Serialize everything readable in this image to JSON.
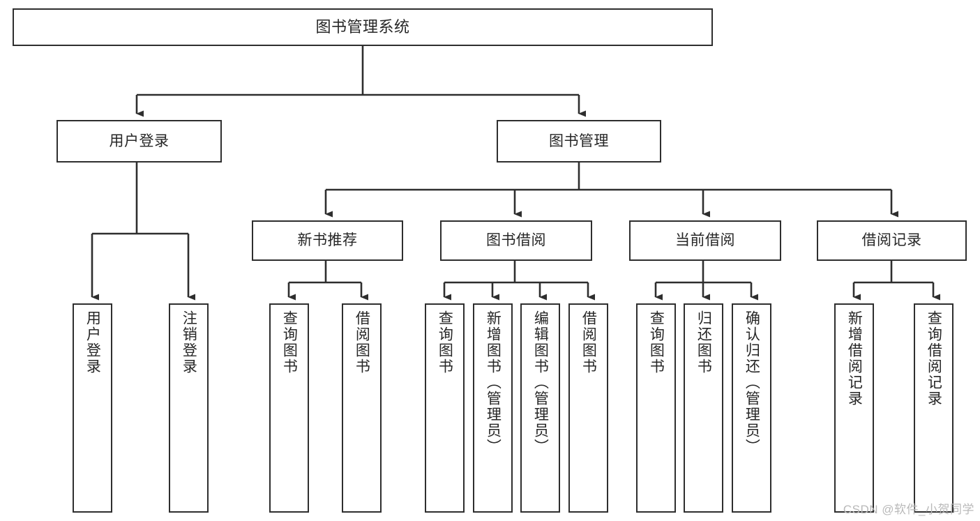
{
  "diagram": {
    "title": "图书管理系统",
    "type": "tree",
    "watermark": "CSDN @软件_小贺同学",
    "colors": {
      "box_border": "#2e2e2e",
      "box_fill": "#ffffff",
      "edge": "#2e2e2e",
      "text": "#262626",
      "watermark": "#b9b9b9"
    },
    "nodes": {
      "root": {
        "label": "图书管理系统",
        "level": 1,
        "orientation": "horizontal"
      },
      "l2_a": {
        "label": "用户登录",
        "level": 2,
        "orientation": "horizontal"
      },
      "l2_b": {
        "label": "图书管理",
        "level": 2,
        "orientation": "horizontal"
      },
      "l3_a": {
        "label": "新书推荐",
        "level": 3,
        "orientation": "horizontal"
      },
      "l3_b": {
        "label": "图书借阅",
        "level": 3,
        "orientation": "horizontal"
      },
      "l3_c": {
        "label": "当前借阅",
        "level": 3,
        "orientation": "horizontal"
      },
      "l3_d": {
        "label": "借阅记录",
        "level": 3,
        "orientation": "horizontal"
      },
      "leaf_1": {
        "label": "用户登录",
        "level": 3,
        "orientation": "vertical"
      },
      "leaf_2": {
        "label": "注销登录",
        "level": 3,
        "orientation": "vertical"
      },
      "leaf_3": {
        "label": "查询图书",
        "level": 4,
        "orientation": "vertical"
      },
      "leaf_4": {
        "label": "借阅图书",
        "level": 4,
        "orientation": "vertical"
      },
      "leaf_5": {
        "label": "查询图书",
        "level": 4,
        "orientation": "vertical"
      },
      "leaf_6": {
        "label": "新增图书（管理员）",
        "level": 4,
        "orientation": "vertical"
      },
      "leaf_7": {
        "label": "编辑图书（管理员）",
        "level": 4,
        "orientation": "vertical"
      },
      "leaf_8": {
        "label": "借阅图书",
        "level": 4,
        "orientation": "vertical"
      },
      "leaf_9": {
        "label": "查询图书",
        "level": 4,
        "orientation": "vertical"
      },
      "leaf_10": {
        "label": "归还图书",
        "level": 4,
        "orientation": "vertical"
      },
      "leaf_11": {
        "label": "确认归还（管理员）",
        "level": 4,
        "orientation": "vertical"
      },
      "leaf_12": {
        "label": "新增借阅记录",
        "level": 4,
        "orientation": "vertical"
      },
      "leaf_13": {
        "label": "查询借阅记录",
        "level": 4,
        "orientation": "vertical"
      }
    },
    "edges": [
      {
        "from": "root",
        "to": "l2_a"
      },
      {
        "from": "root",
        "to": "l2_b"
      },
      {
        "from": "l2_a",
        "to": "leaf_1"
      },
      {
        "from": "l2_a",
        "to": "leaf_2"
      },
      {
        "from": "l2_b",
        "to": "l3_a"
      },
      {
        "from": "l2_b",
        "to": "l3_b"
      },
      {
        "from": "l2_b",
        "to": "l3_c"
      },
      {
        "from": "l2_b",
        "to": "l3_d"
      },
      {
        "from": "l3_a",
        "to": "leaf_3"
      },
      {
        "from": "l3_a",
        "to": "leaf_4"
      },
      {
        "from": "l3_b",
        "to": "leaf_5"
      },
      {
        "from": "l3_b",
        "to": "leaf_6"
      },
      {
        "from": "l3_b",
        "to": "leaf_7"
      },
      {
        "from": "l3_b",
        "to": "leaf_8"
      },
      {
        "from": "l3_c",
        "to": "leaf_9"
      },
      {
        "from": "l3_c",
        "to": "leaf_10"
      },
      {
        "from": "l3_c",
        "to": "leaf_11"
      },
      {
        "from": "l3_d",
        "to": "leaf_12"
      },
      {
        "from": "l3_d",
        "to": "leaf_13"
      }
    ]
  }
}
